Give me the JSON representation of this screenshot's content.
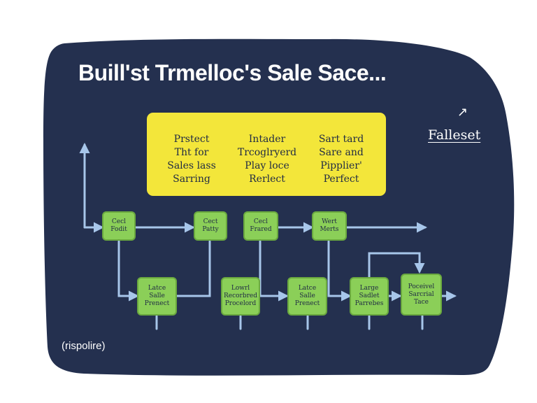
{
  "title": "Buill'st Trmelloc's  Sale Sace...",
  "corner_link": "Falleset",
  "footer_note": "(rispolire)",
  "colors": {
    "board": "#24304f",
    "panel": "#f3e63a",
    "node": "#8bcf58",
    "connector": "#a7c6ea"
  },
  "icons": [
    "arrow-up-right-icon",
    "arrow-head-icon"
  ],
  "yellow_panel": {
    "columns": [
      {
        "lines": [
          "Prstect",
          "Tht for",
          "Sales lass",
          "Sarring"
        ]
      },
      {
        "lines": [
          "Intader",
          "Trcoglryerd",
          "Play loce",
          "Rerlect"
        ]
      },
      {
        "lines": [
          "Sart tard",
          "Sare and",
          "Pipplier'",
          "Perfect"
        ]
      }
    ]
  },
  "nodes": {
    "top": [
      {
        "lines": [
          "Cecl",
          "Fodit"
        ]
      },
      {
        "lines": [
          "Cect",
          "Patty"
        ]
      },
      {
        "lines": [
          "Cecl",
          "Frared"
        ]
      },
      {
        "lines": [
          "Wert",
          "Merts"
        ]
      }
    ],
    "bottom": [
      {
        "lines": [
          "Latce",
          "Salle",
          "Prenect"
        ]
      },
      {
        "lines": [
          "Lowrl",
          "Recorbred",
          "Procelord"
        ]
      },
      {
        "lines": [
          "Latce",
          "Salle",
          "Prenect"
        ]
      },
      {
        "lines": [
          "Large",
          "Sadlet",
          "Parrebes"
        ]
      },
      {
        "lines": [
          "Poceivel",
          "Sarcrial",
          "Tace"
        ]
      }
    ]
  }
}
